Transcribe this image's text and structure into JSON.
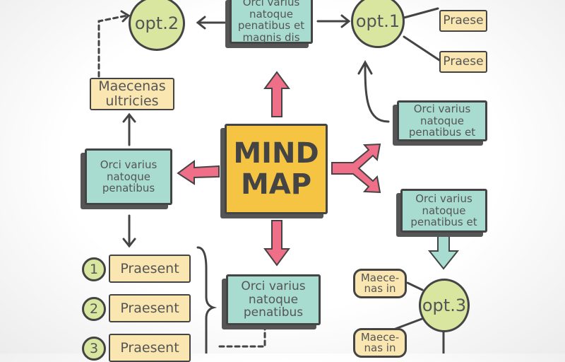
{
  "center": {
    "line1": "MIND",
    "line2": "MAP"
  },
  "nodes": {
    "top": "Orci varius natoque penatibus et magnis dis",
    "opt1": "opt.1",
    "opt2": "opt.2",
    "opt3": "opt.3",
    "praese1": "Praese",
    "praese2": "Praese",
    "maecenas_ultricies": "Maecenas ultricies",
    "right_upper": "Orci varius natoque penatibus et",
    "left": "Orci varius natoque penatibus",
    "right_lower": "Orci varius natoque penatibus et",
    "bottom": "Orci varius natoque penatibus",
    "maecenas_in1": "Maece-nas in",
    "maecenas_in2": "Maece-nas in"
  },
  "list": [
    {
      "num": "1",
      "label": "Praesent"
    },
    {
      "num": "2",
      "label": "Praesent"
    },
    {
      "num": "3",
      "label": "Praesent"
    }
  ],
  "colors": {
    "teal": "#a8dcd1",
    "yellow": "#f9e6b0",
    "green": "#d9e6a0",
    "center": "#f6c443",
    "arrow": "#ef6f88"
  }
}
